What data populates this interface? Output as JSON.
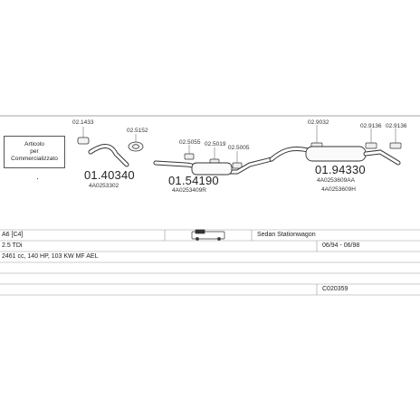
{
  "note": {
    "line1": "Articolo",
    "line2": "per",
    "line3": "Commercializzato"
  },
  "parts": [
    {
      "small": "02.1433"
    },
    {
      "small": "02.5152"
    },
    {
      "small": "02.5055"
    },
    {
      "small": "02.5019"
    },
    {
      "small": "02.5005"
    },
    {
      "small": "02.9032"
    },
    {
      "small": "02.9136"
    },
    {
      "small": "02.9136"
    }
  ],
  "main_parts": [
    {
      "number": "01.40340",
      "oem": "4A0253302"
    },
    {
      "number": "01.54190",
      "oem": "4A0253409R"
    },
    {
      "number": "01.94330",
      "oem": "4A0253609AA",
      "oem2": "4A0253609H"
    }
  ],
  "info": {
    "model": "A6 [C4]",
    "body": "Sedan Stationwagon",
    "engine": "2.5 TDi",
    "years": "06/94 - 06/98",
    "specs": "2461 cc, 140 HP, 103 KW MF AEL",
    "code": "C020359",
    "dot": "·"
  }
}
